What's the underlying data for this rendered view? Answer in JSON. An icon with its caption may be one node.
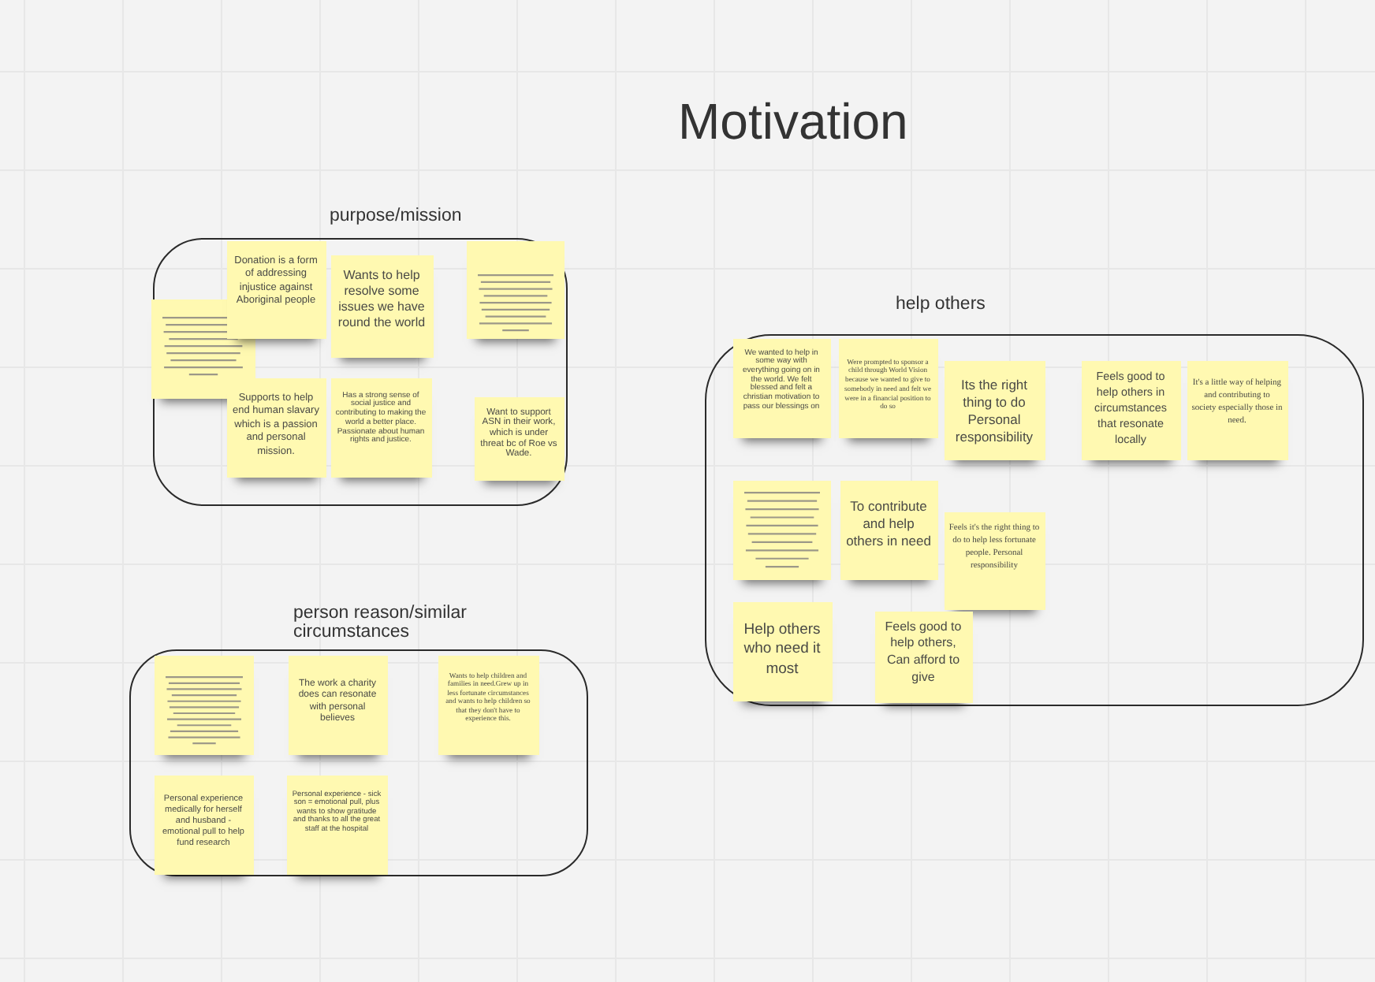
{
  "diagram": {
    "title": "Motivation",
    "nodes": [
      {
        "text": [
          "purpose/mission"
        ]
      },
      {
        "text": [],
        "shape": "box",
        "in": 0
      },
      {
        "text": [
          "Donation is a form of addressing injustice against Aboriginal people"
        ],
        "in": 0
      },
      {
        "text": [
          "Wants to help resolve some issues we have round the world"
        ],
        "in": 0
      },
      {
        "text": [],
        "shape": "box",
        "in": 0
      },
      {
        "text": [
          "Supports to help end human slavary which is a passion and personal mission."
        ],
        "in": 0
      },
      {
        "text": [
          "Has a strong sense of social justice and contributing to making the world a better place. Passionate about human rights and justice."
        ],
        "in": 0
      },
      {
        "text": [
          "Want to support ASN in their work, which is under threat bc of Roe vs Wade."
        ],
        "in": 0
      },
      {
        "text": [
          "help others"
        ]
      },
      {
        "text": [
          "We wanted to help in some way with everything going on in the world. We felt blessed and felt a christian motivation to pass our blessings on"
        ],
        "in": 8
      },
      {
        "text": [
          "Were prompted to sponsor a child through World Vision because we wanted to give to somebody in need and felt we were in a financial position to do so"
        ],
        "in": 8
      },
      {
        "text": [
          "Its the right thing to do Personal responsibility"
        ],
        "in": 8
      },
      {
        "text": [
          "Feels good to help others in circumstances that resonate locally"
        ],
        "in": 8
      },
      {
        "text": [
          "It's a little way of helping and contributing to society especially those in need."
        ],
        "in": 8
      },
      {
        "text": [],
        "shape": "box",
        "in": 8
      },
      {
        "text": [
          "To contribute and help others in need"
        ],
        "in": 8
      },
      {
        "text": [
          "Feels it's the right thing to do to help less fortunate people. Personal responsibility"
        ],
        "in": 8
      },
      {
        "text": [
          "Help others who need it most"
        ],
        "in": 8
      },
      {
        "text": [
          "Feels good to help others, Can afford to give"
        ],
        "in": 8
      },
      {
        "text": [
          "person reason/similar circumstances"
        ]
      },
      {
        "text": [],
        "shape": "box",
        "in": 19
      },
      {
        "text": [
          "The work a charity does can resonate with personal believes"
        ],
        "in": 19
      },
      {
        "text": [
          "Wants to help children and families in need.Grew up in less fortunate circumstances and wants to help children so that they don't have to experience this."
        ],
        "in": 19
      },
      {
        "text": [
          "Personal experience medically for herself and husband - emotional pull to help fund research"
        ],
        "in": 19
      },
      {
        "text": [
          "Personal experience - sick son = emotional pull, plus wants to show gratitude and thanks to all the great staff at the hospital"
        ],
        "in": 19
      }
    ]
  }
}
